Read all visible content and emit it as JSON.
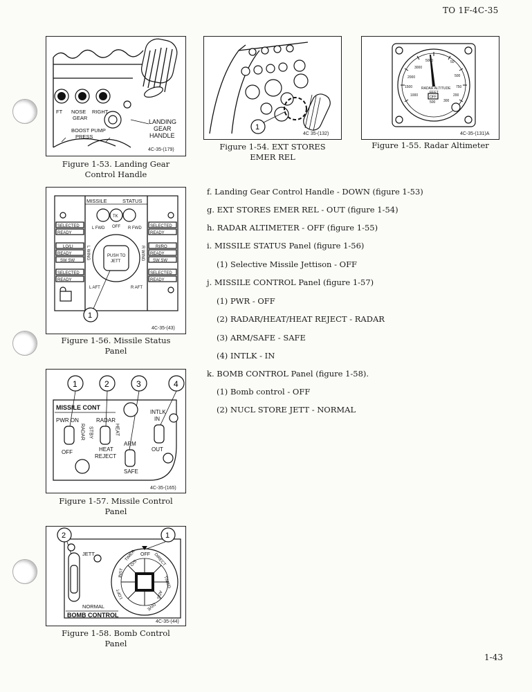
{
  "header": {
    "doc_number": "TO 1F-4C-35"
  },
  "footer": {
    "page_number": "1-43"
  },
  "figures": {
    "fig53": {
      "caption_line1": "Figure 1-53.  Landing Gear",
      "caption_line2": "Control Handle",
      "ref": "4C-35-(179)",
      "labels": {
        "left": "FT",
        "nose_gear": "NOSE",
        "nose_gear2": "GEAR",
        "right": "RIGHT",
        "boost_pump": "BOOST PUMP",
        "press": "PRESS",
        "landing": "LANDING",
        "gear": "GEAR",
        "handle": "HANDLE"
      }
    },
    "fig54": {
      "caption_line1": "Figure 1-54.  EXT STORES",
      "caption_line2": "EMER REL",
      "ref": "4C 35-(132)",
      "callout": "1"
    },
    "fig55": {
      "caption_line1": "Figure 1-55.  Radar Altimeter",
      "ref": "4C-35-(131)A",
      "labels": {
        "radar_altitude": "RADAR ALTITUDE",
        "feet": "FEET",
        "off": "OFF",
        "s5000": "5000",
        "s3000": "3000",
        "s2000": "2000",
        "s1500": "1500",
        "s1000": "1000",
        "s500": "500",
        "s750": "750",
        "s500r": "500",
        "s300": "300",
        "s200": "200",
        "s50": "50"
      }
    },
    "fig56": {
      "caption_line1": "Figure 1-56.  Missile Status",
      "caption_line2": "Panel",
      "ref": "4C-35-(43)",
      "callout": "1",
      "labels": {
        "missile": "MISSILE",
        "status": "STATUS",
        "selected": "SELECTED",
        "ready": "READY",
        "lo_li": "LO/LI",
        "ri_ro": "RI/RO",
        "sw_sw": "SW SW",
        "l_fwd": "L FWD",
        "off": "OFF",
        "r_fwd": "R FWD",
        "l_aft": "L AFT",
        "r_aft": "R AFT",
        "push_to_jett": "PUSH TO",
        "jett": "JETT",
        "lwing": "L WING",
        "rwing": "R WING",
        "tk": "TK"
      }
    },
    "fig57": {
      "caption_line1": "Figure 1-57.  Missile Control",
      "caption_line2": "Panel",
      "ref": "4C-35-(165)",
      "callouts": [
        "1",
        "2",
        "3",
        "4"
      ],
      "labels": {
        "title": "MISSILE CONT",
        "pwr_on": "PWR ON",
        "off": "OFF",
        "radar_v": "RADAR",
        "stby": "STBY",
        "radar": "RADAR",
        "heat_v": "HEAT",
        "heat": "HEAT",
        "reject": "REJECT",
        "arm": "ARM",
        "safe": "SAFE",
        "intlk": "INTLK",
        "in": "IN",
        "out": "OUT"
      }
    },
    "fig58": {
      "caption_line1": "Figure 1-58.  Bomb Control",
      "caption_line2": "Panel",
      "ref": "4C-35-(44)",
      "callouts": [
        "2",
        "1"
      ],
      "labels": {
        "jett": "JETT",
        "normal": "NORMAL",
        "title": "BOMB CONTROL",
        "off": "OFF",
        "timer": "TIMER",
        "os": "O/S",
        "direct": "DIRECT",
        "timed": "TIMED",
        "inst": "INST",
        "loft": "LOFT",
        "ads": "ADS",
        "dive": "DIVE"
      }
    }
  },
  "steps": [
    "f.  Landing Gear Control Handle - DOWN (figure 1-53)",
    "g.  EXT STORES EMER REL - OUT (figure 1-54)",
    "h.  RADAR ALTIMETER - OFF (figure 1-55)",
    "i.  MISSILE STATUS Panel (figure 1-56)",
    "(1) Selective Missile Jettison - OFF",
    "j.  MISSILE CONTROL Panel (figure 1-57)",
    "(1) PWR - OFF",
    "(2) RADAR/HEAT/HEAT REJECT - RADAR",
    "(3) ARM/SAFE - SAFE",
    "(4) INTLK - IN",
    "k.  BOMB CONTROL Panel (figure 1-58).",
    "(1) Bomb control - OFF",
    "(2) NUCL STORE JETT - NORMAL"
  ]
}
